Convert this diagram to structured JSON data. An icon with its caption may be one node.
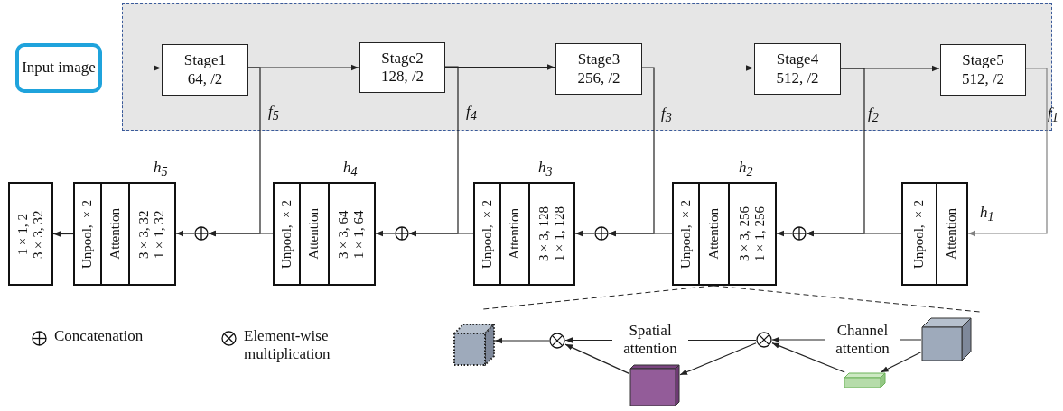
{
  "diagram": {
    "nodes": [
      {
        "text": [],
        "shape": "box"
      },
      {
        "text": [
          "Input image"
        ]
      },
      {
        "text": [
          "Stage1",
          "64, /2"
        ],
        "in": 0
      },
      {
        "text": [
          "Stage2",
          "128, /2"
        ],
        "in": 0
      },
      {
        "text": [
          "Stage3",
          "256, /2"
        ],
        "in": 0
      },
      {
        "text": [
          "Stage4",
          "512, /2"
        ],
        "in": 0
      },
      {
        "text": [
          "Stage5",
          "512, /2"
        ],
        "in": 0
      },
      {
        "text": [
          "1×1, 2 3×3, 32"
        ]
      },
      {
        "text": [
          "Unpool, ×2",
          "Attention",
          "3×3, 32 1×1, 32"
        ],
        "beside": [
          "h$_{5}$"
        ]
      },
      {
        "text": [],
        "shape": "circle"
      },
      {
        "text": [
          "Unpool, ×2",
          "Attention",
          "3×3, 64 1×1, 64"
        ],
        "beside": [
          "h$_{4}$"
        ]
      },
      {
        "text": [],
        "shape": "circle"
      },
      {
        "text": [
          "Unpool, ×2",
          "Attention",
          "3×3, 128 1×1, 128"
        ],
        "beside": [
          "h$_{3}$"
        ]
      },
      {
        "text": [],
        "shape": "circle"
      },
      {
        "text": [
          "Unpool, ×2",
          "Attention",
          "3×3, 256 1×1, 256"
        ],
        "beside": [
          "h$_{2}$"
        ]
      },
      {
        "text": [],
        "shape": "circle"
      },
      {
        "text": [
          "Unpool, ×2",
          "Attention"
        ],
        "beside": [
          "h$_{1}$"
        ]
      },
      {
        "text": [],
        "shape": "cube"
      },
      {
        "text": [],
        "shape": "circle"
      },
      {
        "text": [],
        "shape": "box"
      },
      {
        "text": [],
        "shape": "circle"
      },
      {
        "text": [],
        "shape": "bar"
      },
      {
        "text": [],
        "shape": "cube"
      }
    ],
    "edges": [
      {
        "from": 1,
        "to": 2,
        "arrow": "to"
      },
      {
        "from": 2,
        "to": 3,
        "arrow": "to"
      },
      {
        "from": 3,
        "to": 4,
        "arrow": "to"
      },
      {
        "from": 4,
        "to": 5,
        "arrow": "to"
      },
      {
        "from": 5,
        "to": 6,
        "arrow": "to"
      },
      {
        "from": 2,
        "to": 9,
        "arrow": "to",
        "label": "f$_{5}$"
      },
      {
        "from": 3,
        "to": 11,
        "arrow": "to",
        "label": "f$_{4}$"
      },
      {
        "from": 4,
        "to": 13,
        "arrow": "to",
        "label": "f$_{3}$"
      },
      {
        "from": 5,
        "to": 15,
        "arrow": "to",
        "label": "f$_{2}$"
      },
      {
        "from": 6,
        "to": 16,
        "arrow": "to",
        "label": "f$_{1}$",
        "color": "#808080"
      },
      {
        "from": 16,
        "to": 15,
        "arrow": "to"
      },
      {
        "from": 15,
        "to": 14,
        "arrow": "to"
      },
      {
        "from": 14,
        "to": 13,
        "arrow": "to"
      },
      {
        "from": 13,
        "to": 12,
        "arrow": "to"
      },
      {
        "from": 12,
        "to": 11,
        "arrow": "to"
      },
      {
        "from": 11,
        "to": 10,
        "arrow": "to"
      },
      {
        "from": 10,
        "to": 9,
        "arrow": "to"
      },
      {
        "from": 9,
        "to": 8,
        "arrow": "to"
      },
      {
        "from": 8,
        "to": 7,
        "arrow": "to"
      },
      {
        "from": 22,
        "to": 20,
        "arrow": "to",
        "label": "Channel attention"
      },
      {
        "from": 22,
        "to": 21,
        "arrow": "to"
      },
      {
        "from": 21,
        "to": 20,
        "arrow": "to"
      },
      {
        "from": 20,
        "to": 19,
        "arrow": "to"
      },
      {
        "from": 20,
        "to": 18,
        "arrow": "to",
        "label": "Spatial attention"
      },
      {
        "from": 19,
        "to": 18,
        "arrow": "to"
      },
      {
        "from": 18,
        "to": 17,
        "arrow": "to"
      }
    ],
    "legend": [
      {
        "text": "Concatenation"
      },
      {
        "text": "Element-wise multiplication"
      }
    ]
  }
}
